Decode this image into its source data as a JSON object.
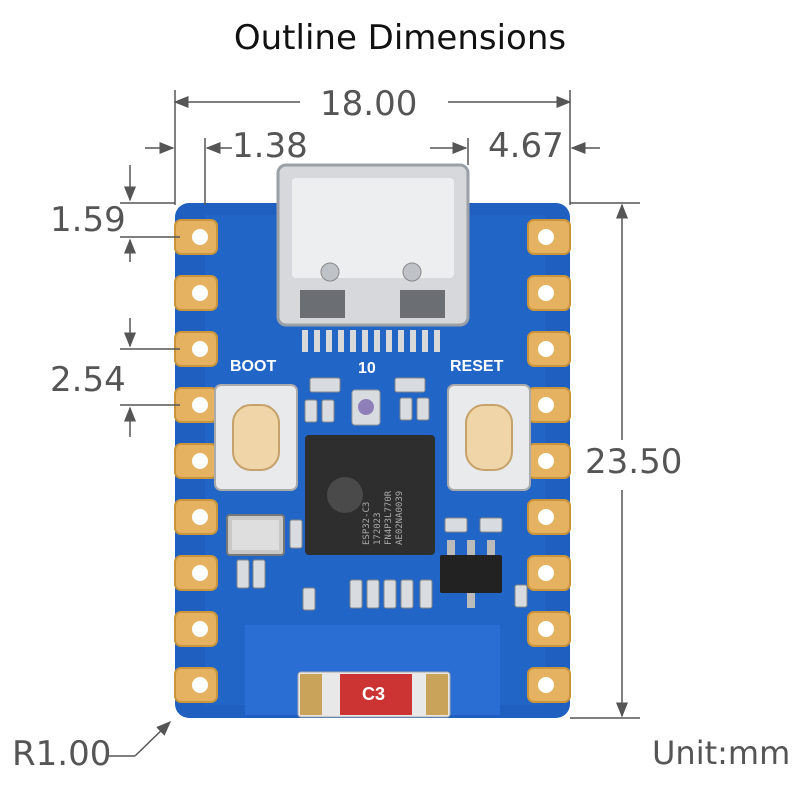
{
  "title": "Outline Dimensions",
  "dimensions": {
    "width": "18.00",
    "left_offset": "1.38",
    "right_offset": "4.67",
    "top_offset": "1.59",
    "pin_pitch": "2.54",
    "height": "23.50",
    "corner_radius": "R1.00",
    "unit": "Unit:mm"
  },
  "board": {
    "boot_label": "BOOT",
    "reset_label": "RESET",
    "gpio_label": "10",
    "chip_text": [
      "ESP32-C3",
      "172023",
      "FN4P3L770R",
      "AE02NA0039"
    ],
    "antenna_label": "C3"
  },
  "colors": {
    "pcb": "#1f5fbf",
    "pad": "#e8b65a",
    "chip": "#2e2e2e",
    "antenna": "#cc3333",
    "dim_line": "#555555"
  }
}
